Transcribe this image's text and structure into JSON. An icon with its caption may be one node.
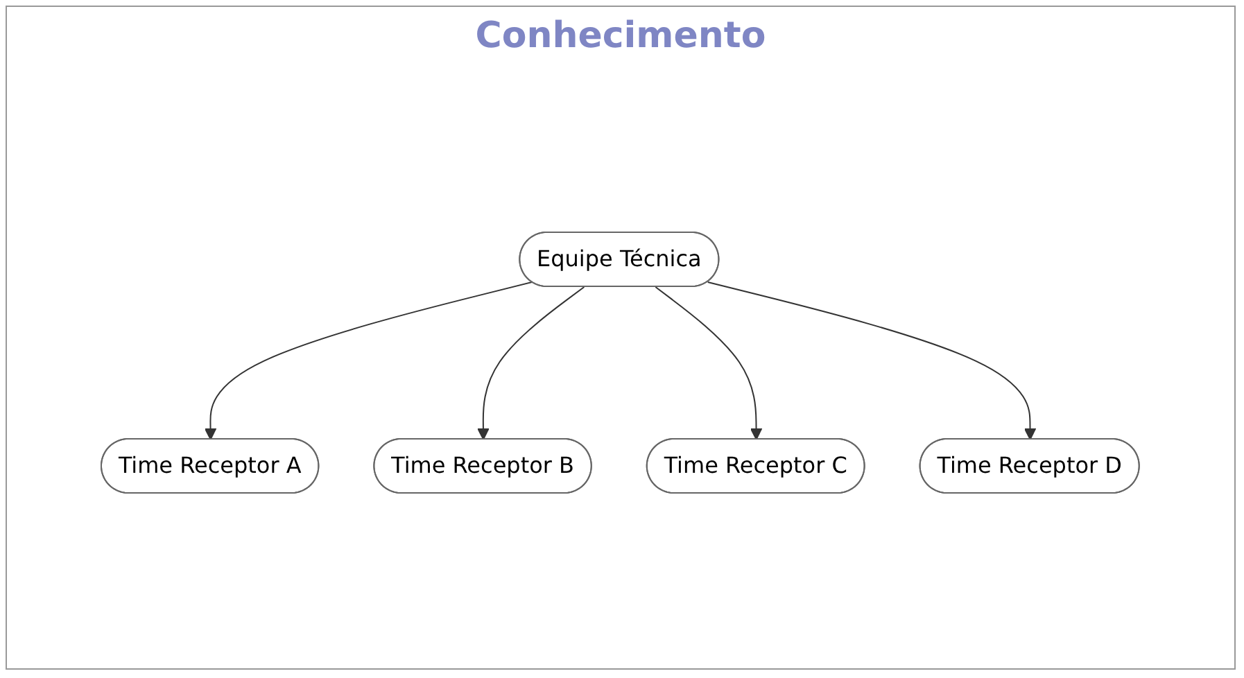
{
  "diagram": {
    "nodes": [
      {
        "text": [
          "Equipe Técnica"
        ]
      },
      {
        "text": [
          "Time Receptor A"
        ]
      },
      {
        "text": [
          "Time Receptor B"
        ]
      },
      {
        "text": [
          "Time Receptor C"
        ]
      },
      {
        "text": [
          "Time Receptor D"
        ]
      }
    ],
    "edges": [
      {
        "from": 0,
        "to": 1,
        "arrow": "to"
      },
      {
        "from": 0,
        "to": 2,
        "arrow": "to"
      },
      {
        "from": 0,
        "to": 3,
        "arrow": "to"
      },
      {
        "from": 0,
        "to": 4,
        "arrow": "to"
      }
    ],
    "labels": [
      "Conhecimento"
    ]
  }
}
